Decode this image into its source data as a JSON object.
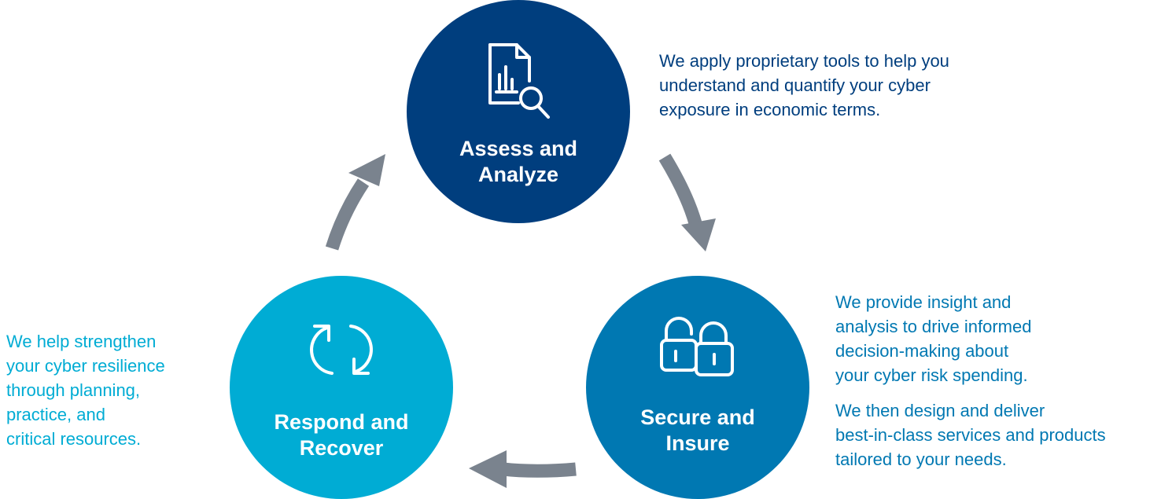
{
  "colors": {
    "assess": "#003e7e",
    "secure": "#0078b2",
    "respond": "#00acd4",
    "arrow": "#7a838e",
    "background": "#ffffff"
  },
  "steps": [
    {
      "id": "assess",
      "title_line1": "Assess and",
      "title_line2": "Analyze",
      "icon": "report-magnifier-icon",
      "description": [
        "We apply proprietary tools to help you\nunderstand and quantify your cyber\nexposure in economic terms."
      ]
    },
    {
      "id": "secure",
      "title_line1": "Secure and",
      "title_line2": "Insure",
      "icon": "padlocks-icon",
      "description": [
        "We provide insight and\nanalysis to drive informed\ndecision-making about\nyour cyber risk spending.",
        "We then design and deliver\nbest-in-class services and products\ntailored to your needs."
      ]
    },
    {
      "id": "respond",
      "title_line1": "Respond and",
      "title_line2": "Recover",
      "icon": "refresh-cycle-icon",
      "description": [
        "We help strengthen\nyour cyber resilience\nthrough planning,\npractice, and\ncritical resources."
      ]
    }
  ],
  "flow": [
    {
      "from": "assess",
      "to": "secure"
    },
    {
      "from": "secure",
      "to": "respond"
    },
    {
      "from": "respond",
      "to": "assess"
    }
  ]
}
